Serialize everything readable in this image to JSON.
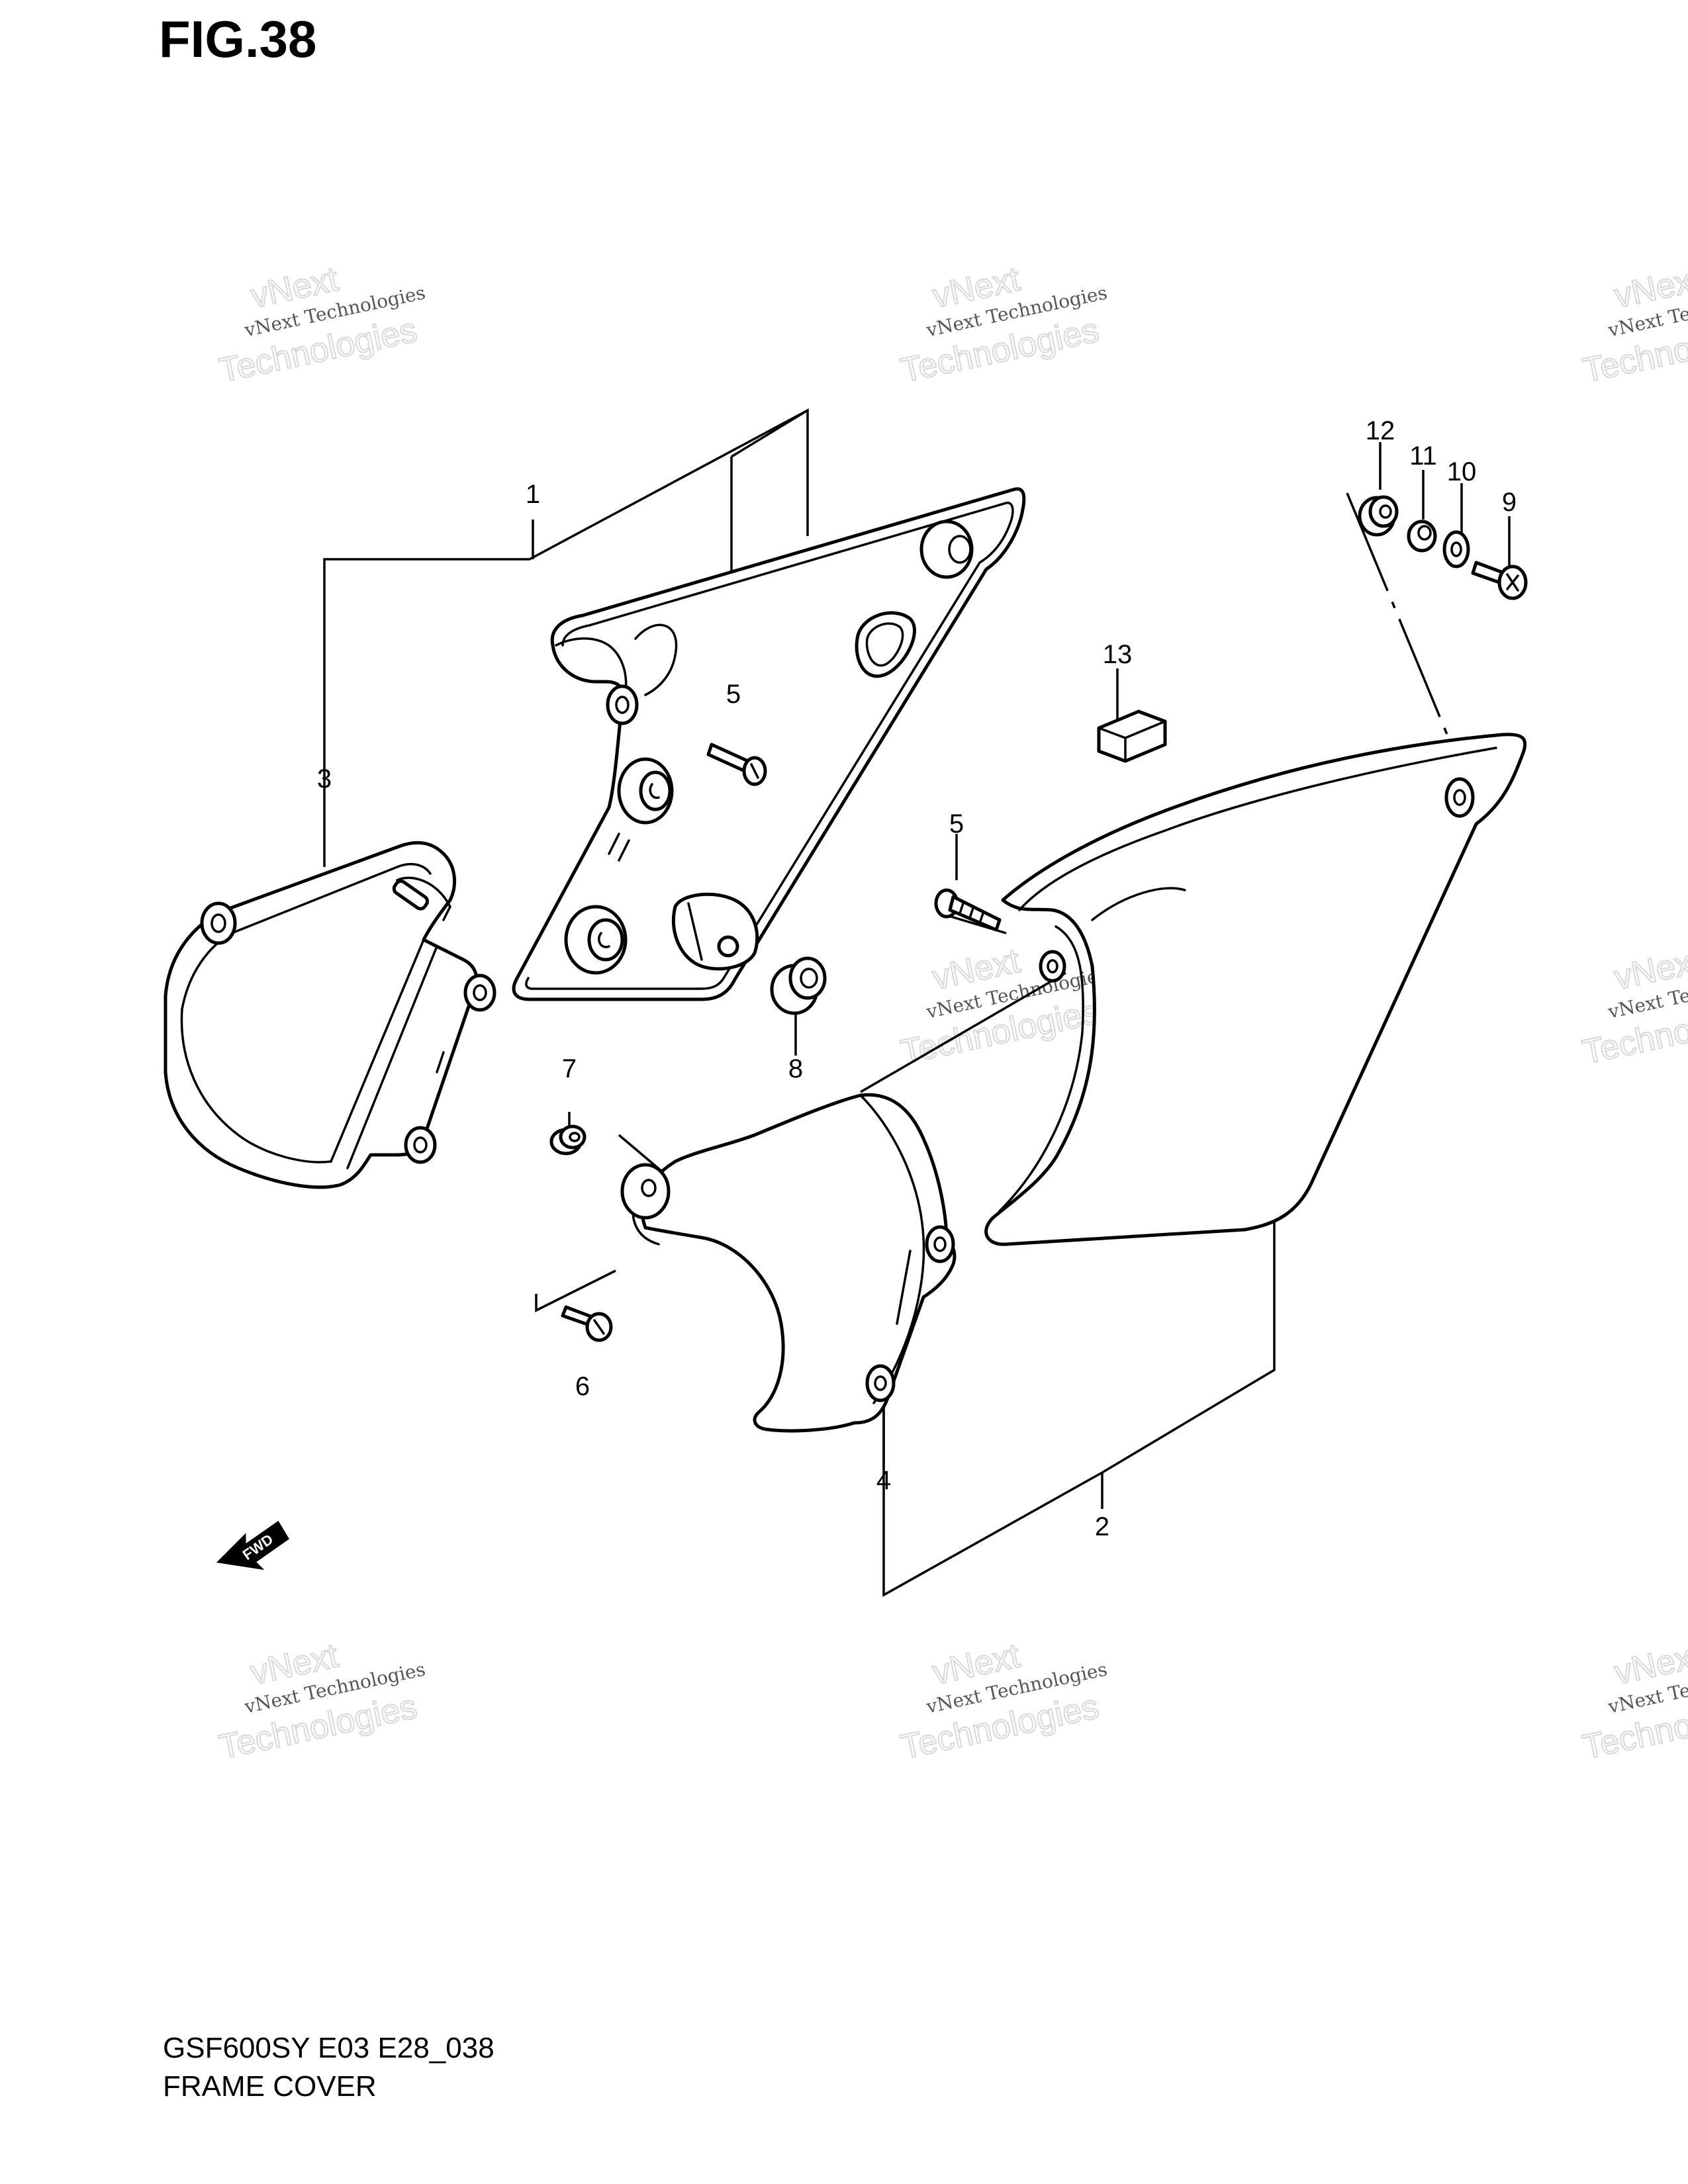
{
  "figure": {
    "title": "FIG.38",
    "code": "GSF600SY E03 E28_038",
    "name": "FRAME COVER"
  },
  "callouts": [
    "1",
    "2",
    "3",
    "4",
    "5",
    "5",
    "6",
    "7",
    "8",
    "9",
    "10",
    "11",
    "12",
    "13"
  ],
  "fwd_label": "FWD",
  "watermark": {
    "line1": "vNext",
    "line2": "vNext Technologies",
    "line3": "Technologies"
  }
}
